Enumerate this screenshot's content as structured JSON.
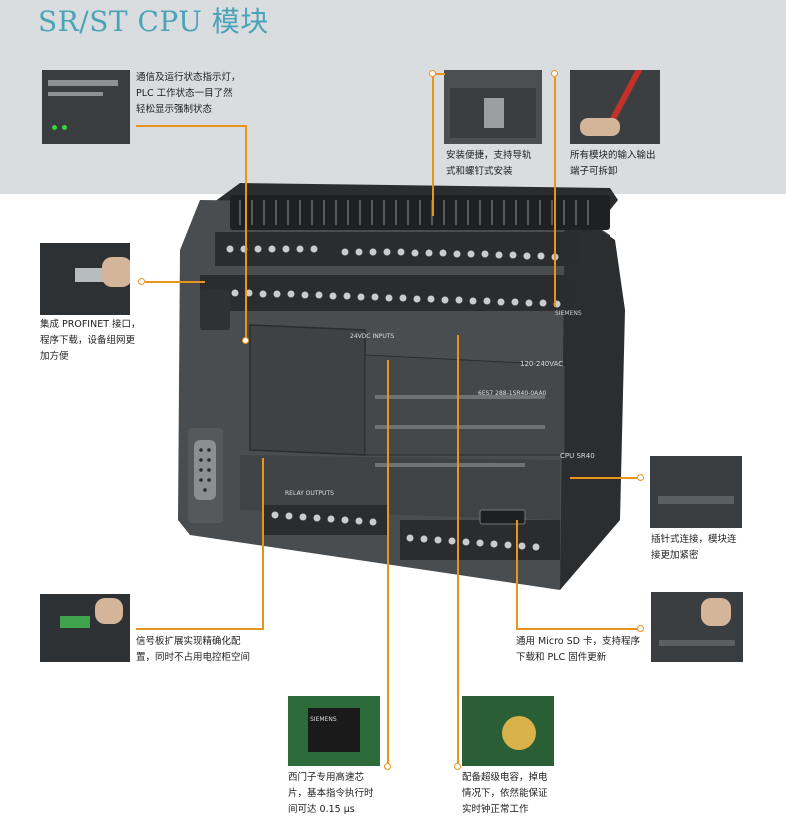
{
  "title": "SR/ST CPU 模块",
  "captions": {
    "status_leds": "通信及运行状态指示灯，PLC 工作状态一目了然轻松显示强制状态",
    "mounting": "安装便捷，支持导轨式和螺钉式安装",
    "terminals": "所有模块的输入输出端子可拆卸",
    "profinet": "集成 PROFINET 接口，程序下载，设备组网更加方便",
    "plug_connect": "插针式连接，模块连接更加紧密",
    "signal_board": "信号板扩展实现精确化配置，同时不占用电控柜空间",
    "micro_sd": "通用 Micro SD 卡，支持程序下载和 PLC 固件更新",
    "chip": "西门子专用高速芯片，基本指令执行时间可达 0.15 μs",
    "supercap": "配备超级电容，掉电情况下，依然能保证实时钟正常工作"
  },
  "caption_lines": {
    "status_leds": [
      "通信及运行状态指示灯，",
      "PLC 工作状态一目了然",
      "轻松显示强制状态"
    ],
    "mounting": [
      "安装便捷，支持导轨",
      "式和螺钉式安装"
    ],
    "terminals": [
      "所有模块的输入输出",
      "端子可拆卸"
    ],
    "profinet": [
      "集成 PROFINET 接口，",
      "程序下载，设备组网更",
      "加方便"
    ],
    "plug_connect": [
      "插针式连接，模块连",
      "接更加紧密"
    ],
    "signal_board": [
      "信号板扩展实现精确化配",
      "置，同时不占用电控柜空间"
    ],
    "micro_sd": [
      "通用 Micro SD 卡，支持程序",
      "下载和 PLC 固件更新"
    ],
    "chip": [
      "西门子专用高速芯",
      "片，基本指令执行时",
      "间可达 0.15 μs"
    ],
    "supercap": [
      "配备超级电容，掉电",
      "情况下，依然能保证",
      "实时钟正常工作"
    ]
  },
  "device_labels": {
    "brand": "SIEMENS",
    "model": "CPU SR40",
    "voltage": "120-240VAC",
    "part_no": "6ES7 288-1SR40-0AA0",
    "inputs_label": "24VDC INPUTS",
    "relay_label": "RELAY OUTPUTS",
    "chip_brand": "SIEMENS"
  },
  "colors": {
    "accent_orange": "#e8951e",
    "title_teal": "#4ba3b8",
    "band_gray": "#d9dde0",
    "plc_body": "#3a3d3f"
  }
}
